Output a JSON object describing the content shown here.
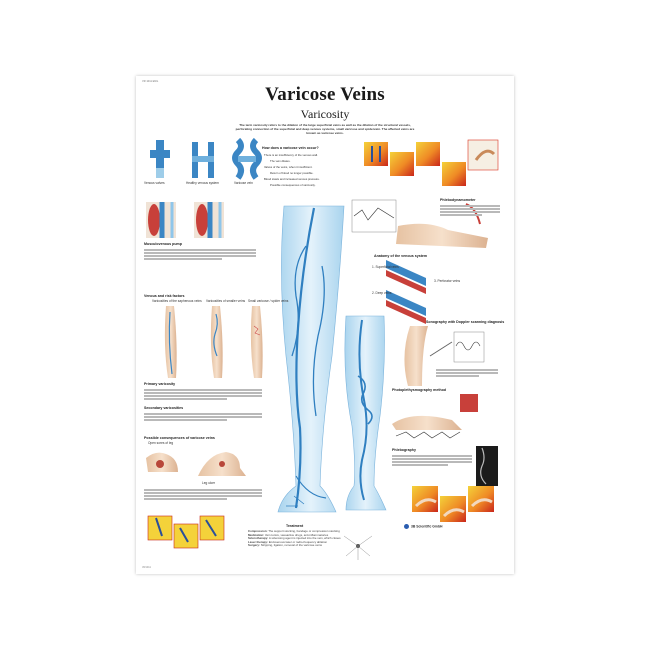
{
  "poster": {
    "title": "Varicose Veins",
    "subtitle": "Varicosity",
    "code": "VR 1011 ENG",
    "footer_code": "VR1011",
    "publisher": "3B Scientific GmbH",
    "intro": "The term varicosity refers to the dilation of the large superficial veins as well as the dilation of the structural vessels, perforating connection of the superficial and deep venous systems, small varicose and spidervein. The affected veins are known as varicose veins."
  },
  "sections": {
    "top_left": {
      "labels": [
        "Venous valves",
        "Healthy venous system",
        "Varicose vein"
      ]
    },
    "muscle_pump": {
      "heading": "Musculovenous pump"
    },
    "venous_types": {
      "heading": "Venous and risk factors",
      "labels": [
        "Varicosities of the saphenous veins",
        "Varicosities of smaller veins",
        "Small varicose / spider veins"
      ]
    },
    "primary": {
      "heading": "Primary varicosity"
    },
    "secondary": {
      "heading": "Secondary varicosities"
    },
    "skin": {
      "heading": "Possible consequences of varicose veins",
      "labels": [
        "Open sores of leg",
        "Leg ulcer"
      ]
    },
    "causes": {
      "heading": "How does a varicose vein occur?",
      "items": [
        "There is an insufficiency of the venous wall.",
        "The vein dilates.",
        "Valves of the veins, when it insufficient.",
        "Return of blood no longer possible.",
        "Blood stasis and increased venous pressure.",
        "Possible consequences of varicosity."
      ]
    },
    "phlebo": {
      "heading": "Phlebodynamometer"
    },
    "anatomy": {
      "heading": "Anatomy of the venous system",
      "labels": [
        "1. Superficial veins",
        "2. Deep veins",
        "3. Perforator veins"
      ]
    },
    "doppler": {
      "heading": "Sonography with Doppler scanning diagnosis"
    },
    "plethys": {
      "heading": "Photoplethysmography method"
    },
    "phlebography": {
      "heading": "Phlebography"
    },
    "treatment": {
      "heading": "Treatment",
      "items": [
        {
          "term": "Compression:",
          "text": "The support stocking, bandage or compression stocking"
        },
        {
          "term": "Medication:",
          "text": "Vein tonics, vasoactive drugs, anti-inflammatories"
        },
        {
          "term": "Sclerotherapy:",
          "text": "A sclerosing agent is injected into the vein, which closes"
        },
        {
          "term": "Laser therapy:",
          "text": "Endovenous laser or radio-frequency ablation"
        },
        {
          "term": "Surgery:",
          "text": "Stripping, ligation, removal of the varicose veins"
        }
      ]
    }
  },
  "colors": {
    "vein": "#2f7fc0",
    "vein_light": "#8fc6ea",
    "skin": "#f2d8bf",
    "muscle": "#c8403a",
    "heat_red": "#d9321f",
    "heat_yellow": "#f4d23a"
  }
}
